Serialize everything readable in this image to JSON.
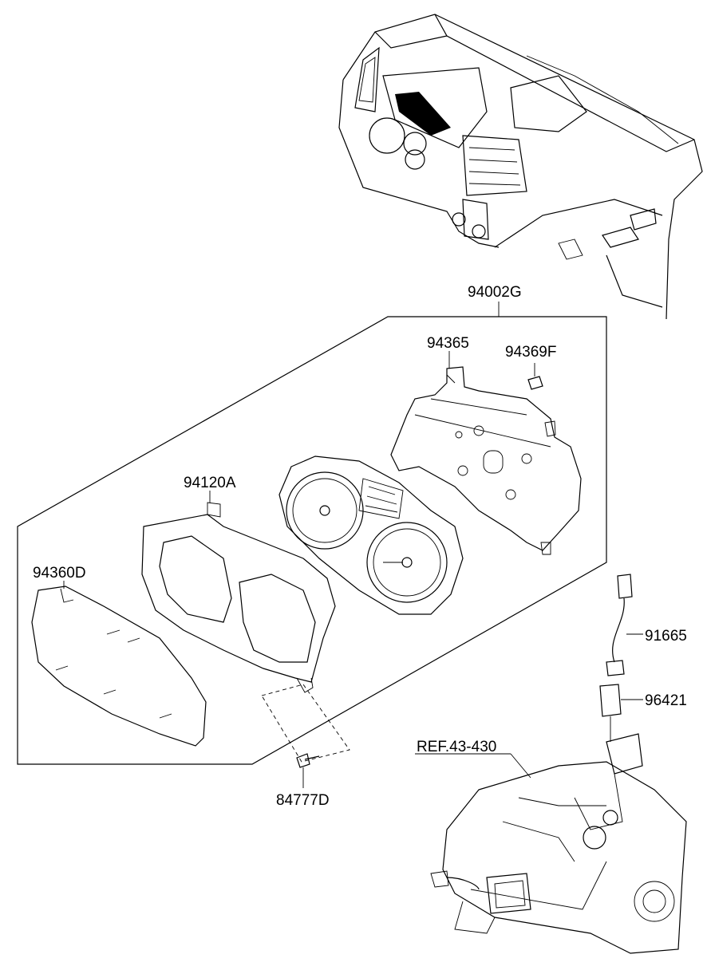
{
  "labels": {
    "assembly": "94002G",
    "rear_case": "94365",
    "bulb": "94369F",
    "housing": "94120A",
    "glass": "94360D",
    "screw": "84777D",
    "harness": "91665",
    "sensor": "96421",
    "reference": "REF.43-430"
  },
  "colors": {
    "line": "#000000",
    "background": "#ffffff"
  }
}
